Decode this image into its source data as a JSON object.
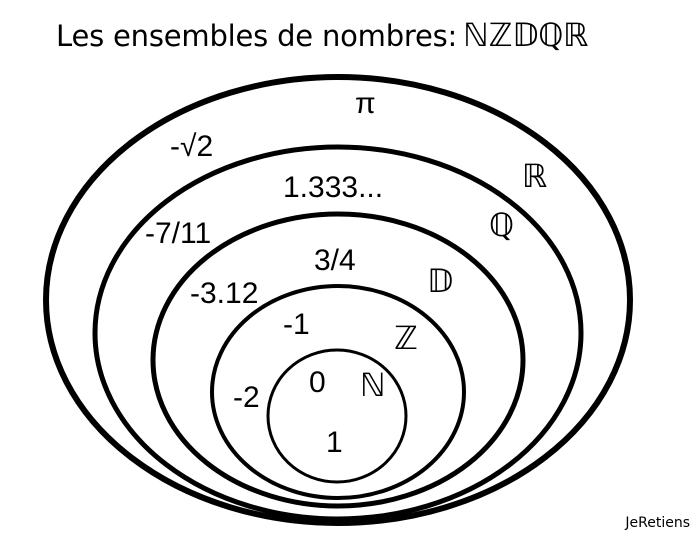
{
  "title": {
    "text": "Les ensembles de nombres:",
    "sets": "ℕℤ𝔻ℚℝ"
  },
  "sets": {
    "reals": {
      "symbol": "ℝ",
      "elements": [
        "π",
        "-√2"
      ]
    },
    "rationals": {
      "symbol": "ℚ",
      "elements": [
        "1.333...",
        "-7/11"
      ]
    },
    "decimals": {
      "symbol": "𝔻",
      "elements": [
        "3/4",
        "-3.12"
      ]
    },
    "integers": {
      "symbol": "ℤ",
      "elements": [
        "-1",
        "-2"
      ]
    },
    "naturals": {
      "symbol": "ℕ",
      "elements": [
        "0",
        "1"
      ]
    }
  },
  "credit": "JeRetiens"
}
